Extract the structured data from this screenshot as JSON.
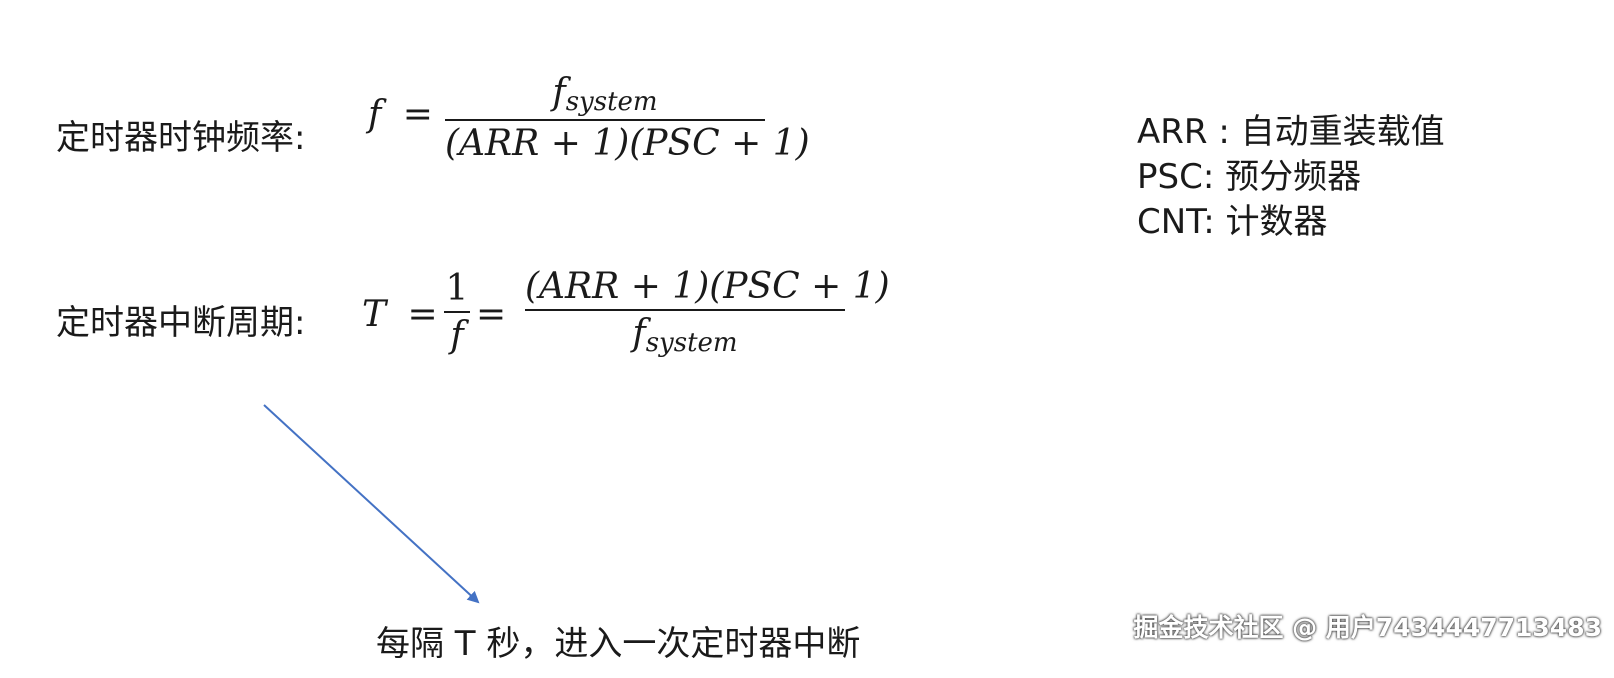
{
  "formula1": {
    "label": "定时器时钟频率:",
    "lhs": "f",
    "equals": "=",
    "numerator_base": "f",
    "numerator_sub": "system",
    "denominator": "(ARR + 1)(PSC + 1)"
  },
  "formula2": {
    "label": "定时器中断周期:",
    "lhs": "T",
    "equals1": "=",
    "frac1_num": "1",
    "frac1_den": "f",
    "equals2": "=",
    "numerator": "(ARR + 1)(PSC + 1)",
    "denominator_base": "f",
    "denominator_sub": "system"
  },
  "legend": {
    "items": [
      "ARR : 自动重装载值",
      "PSC:  预分频器",
      "CNT:  计数器"
    ]
  },
  "annotation": {
    "text": "每隔 T 秒，进入一次定时器中断",
    "arrow_color": "#4472c4"
  },
  "watermark": "掘金技术社区 @ 用户7434447713483"
}
